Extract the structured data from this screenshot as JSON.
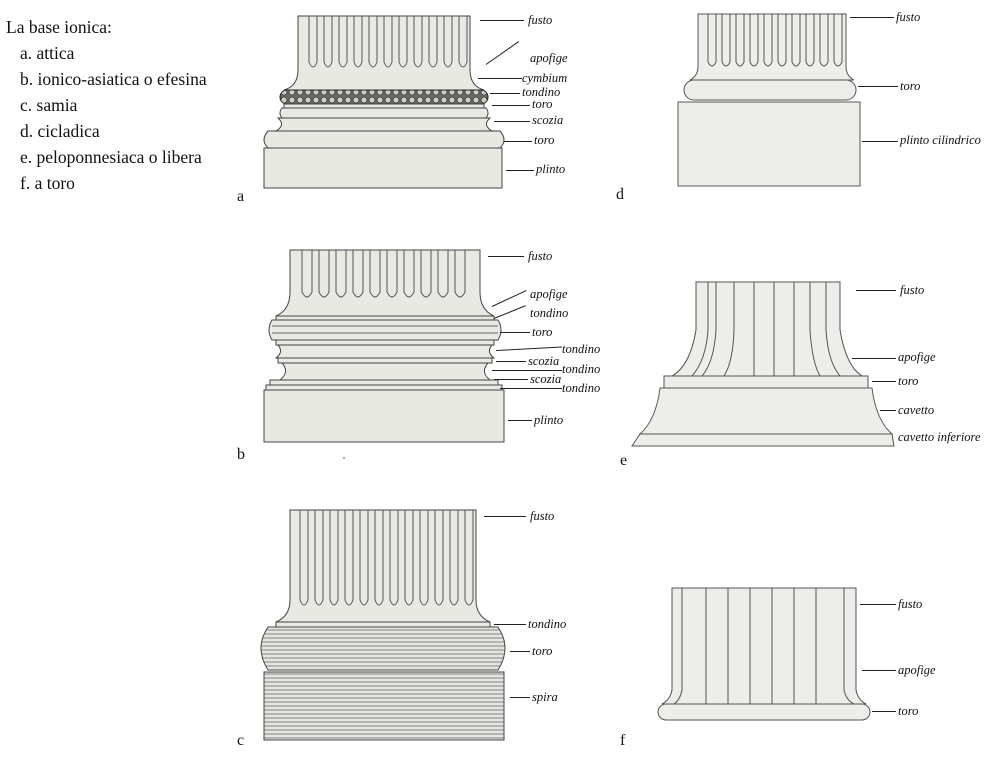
{
  "legend": {
    "title": "La base ionica:",
    "items": [
      "a. attica",
      "b. ionico-asiatica o efesina",
      "c. samia",
      "d. cicladica",
      "e. peloponnesiaca o libera",
      "f. a toro"
    ]
  },
  "figures": {
    "a": {
      "letter": "a",
      "labels": [
        "fusto",
        "apofige",
        "cymbium",
        "tondino",
        "toro",
        "scozia",
        "toro",
        "plinto"
      ]
    },
    "b": {
      "letter": "b",
      "labels": [
        "fusto",
        "apofige",
        "tondino",
        "toro",
        "tondino",
        "scozia",
        "tondino",
        "scozia",
        "tondino"
      ],
      "plinth_label": "plinto"
    },
    "c": {
      "letter": "c",
      "labels": [
        "fusto",
        "tondino",
        "toro",
        "spira"
      ]
    },
    "d": {
      "letter": "d",
      "labels": [
        "fusto",
        "toro",
        "plinto cilindrico"
      ]
    },
    "e": {
      "letter": "e",
      "labels": [
        "fusto",
        "apofige",
        "toro",
        "cavetto",
        "cavetto inferiore"
      ]
    },
    "f": {
      "letter": "f",
      "labels": [
        "fusto",
        "apofige",
        "toro"
      ]
    }
  }
}
